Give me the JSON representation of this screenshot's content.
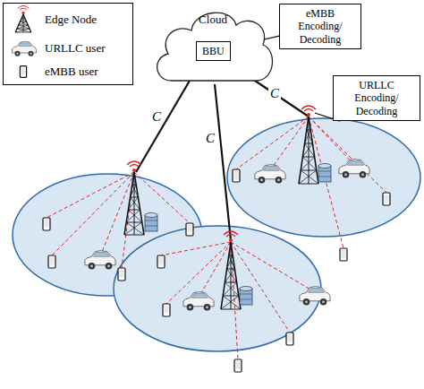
{
  "diagram": {
    "nodes": [
      {
        "text": [
          "Cloud"
        ]
      },
      {
        "text": [
          "BBU"
        ],
        "in": 0
      },
      {
        "text": [
          "eMBB Encoding/ Decoding"
        ]
      },
      {
        "text": [
          "URLLC Encoding/ Decoding"
        ]
      }
    ],
    "edges": [
      {
        "from": 2,
        "to": 1,
        "arrow": "none"
      }
    ],
    "labels": [
      "C",
      "C",
      "C"
    ],
    "legend": [
      {
        "text": "Edge Node"
      },
      {
        "text": "URLLC user"
      },
      {
        "text": "eMBB user"
      }
    ]
  }
}
